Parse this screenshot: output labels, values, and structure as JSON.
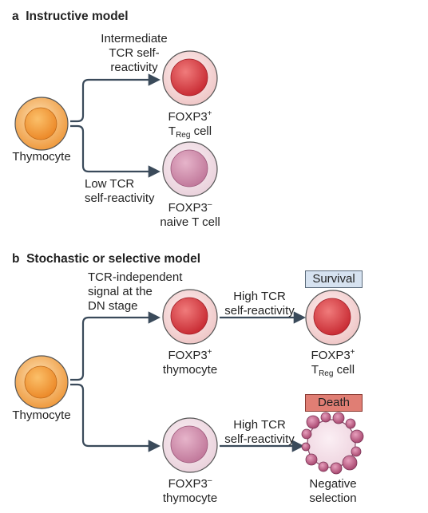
{
  "panel_a": {
    "letter": "a",
    "title": "Instructive model",
    "thymocyte": "Thymocyte",
    "upper_arrow": [
      "Intermediate",
      "TCR self-",
      "reactivity"
    ],
    "lower_arrow": [
      "Low TCR",
      "self-reactivity"
    ],
    "treg": {
      "gene": "FOXP3",
      "sign": "+",
      "cell_prefix": "T",
      "cell_sub": "Reg",
      "cell_suffix": " cell"
    },
    "naive": {
      "gene": "FOXP3",
      "sign": "–",
      "line2": "naive T cell"
    }
  },
  "panel_b": {
    "letter": "b",
    "title": "Stochastic or selective model",
    "thymocyte": "Thymocyte",
    "upper_arrow": [
      "TCR-independent",
      "signal at the",
      "DN stage"
    ],
    "fox_pos": {
      "gene": "FOXP3",
      "sign": "+",
      "line2": "thymocyte"
    },
    "fox_neg": {
      "gene": "FOXP3",
      "sign": "–",
      "line2": "thymocyte"
    },
    "high_upper": [
      "High TCR",
      "self-reactivity"
    ],
    "high_lower": [
      "High TCR",
      "self-reactivity"
    ],
    "survival": "Survival",
    "death": "Death",
    "treg": {
      "gene": "FOXP3",
      "sign": "+",
      "cell_prefix": "T",
      "cell_sub": "Reg",
      "cell_suffix": " cell"
    },
    "negative": [
      "Negative",
      "selection"
    ]
  },
  "colors": {
    "orange_outer": "#f29a3c",
    "red_outer": "#f0cccc",
    "red_inner": "#d8393f",
    "pink_outer": "#f0dce4",
    "pink_inner": "#cf85a8",
    "arrow": "#3a4a5a",
    "survival_bg": "#d6e2f0",
    "death_bg": "#e07e74"
  }
}
